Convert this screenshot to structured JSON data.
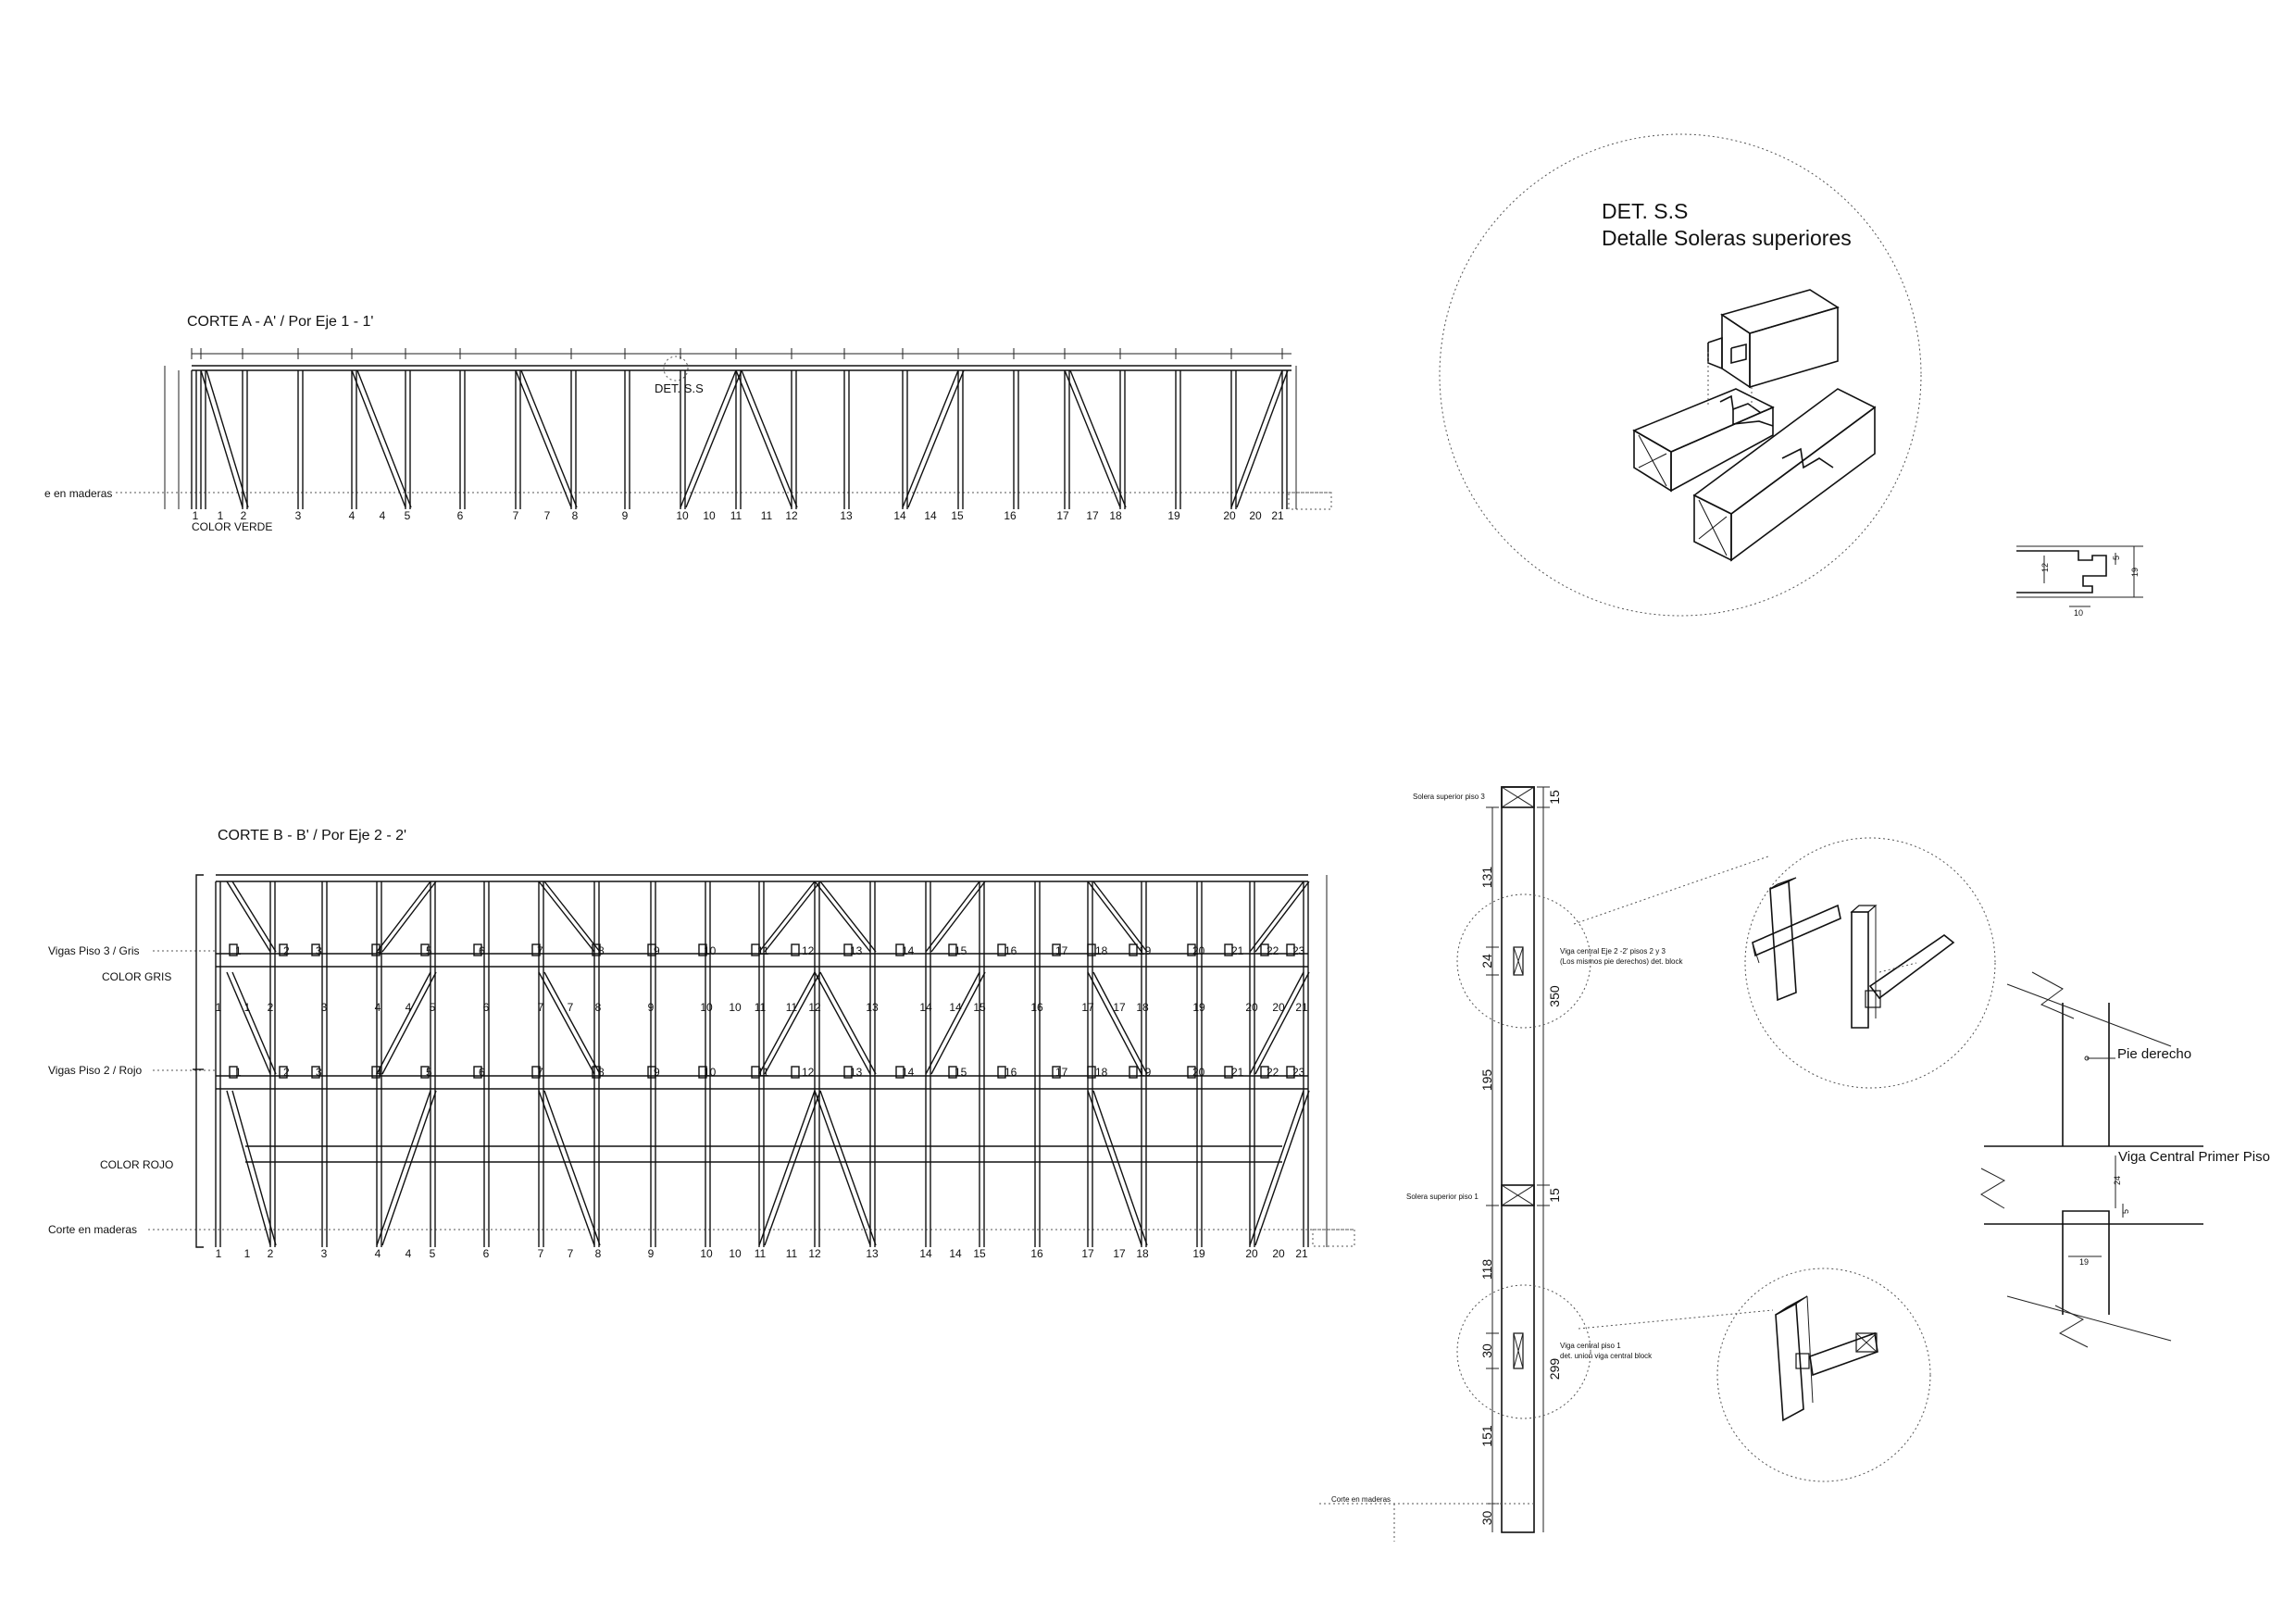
{
  "corte_a": {
    "title": "CORTE A - A' / Por Eje 1 - 1'",
    "det_ref": "DET. S.S",
    "left_label": "e en maderas",
    "color_label": "COLOR VERDE",
    "axis_labels": [
      "1",
      "1",
      "2",
      "3",
      "4",
      "4",
      "5",
      "6",
      "7",
      "7",
      "8",
      "9",
      "10",
      "10",
      "11",
      "11",
      "12",
      "13",
      "14",
      "14",
      "15",
      "16",
      "17",
      "17",
      "18",
      "19",
      "20",
      "20",
      "21"
    ]
  },
  "corte_b": {
    "title": "CORTE B - B' / Por Eje 2 - 2'",
    "labels": {
      "vigas3": "Vigas Piso 3 / Gris",
      "gris": "COLOR GRIS",
      "vigas2": "Vigas Piso 2 / Rojo",
      "rojo": "COLOR ROJO",
      "corte": "Corte en maderas"
    },
    "axis_labels": [
      "1",
      "1",
      "2",
      "3",
      "4",
      "4",
      "5",
      "6",
      "7",
      "7",
      "8",
      "9",
      "10",
      "10",
      "11",
      "11",
      "12",
      "13",
      "14",
      "14",
      "15",
      "16",
      "17",
      "17",
      "18",
      "19",
      "20",
      "20",
      "21"
    ],
    "beam_labels": [
      "1",
      "2",
      "3",
      "4",
      "5",
      "6",
      "7",
      "8",
      "9",
      "10",
      "11",
      "12",
      "13",
      "14",
      "15",
      "16",
      "17",
      "18",
      "19",
      "20",
      "21",
      "22",
      "23"
    ]
  },
  "det_ss": {
    "title": "DET. S.S",
    "subtitle": "Detalle Soleras superiores",
    "dims": [
      "12",
      "5",
      "19",
      "10"
    ]
  },
  "elevation": {
    "labels": {
      "solera3": "Solera superior piso 3",
      "solera1": "Solera superior piso 1",
      "corte": "Corte en maderas",
      "viga_central_23": "Viga central Eje 2 -2' pisos 2 y 3",
      "viga_central_23_note": "(Los mismos pie derechos) det. block",
      "viga_central_1": "Viga central piso 1",
      "viga_central_1_note": "det. union viga central block"
    },
    "dims": [
      "15",
      "131",
      "24",
      "195",
      "350",
      "15",
      "118",
      "30",
      "299",
      "151",
      "30"
    ]
  },
  "section_detail": {
    "pie_derecho": "Pie derecho",
    "viga_central": "Viga Central Primer Piso",
    "dims": [
      "24",
      "5",
      "19"
    ]
  }
}
